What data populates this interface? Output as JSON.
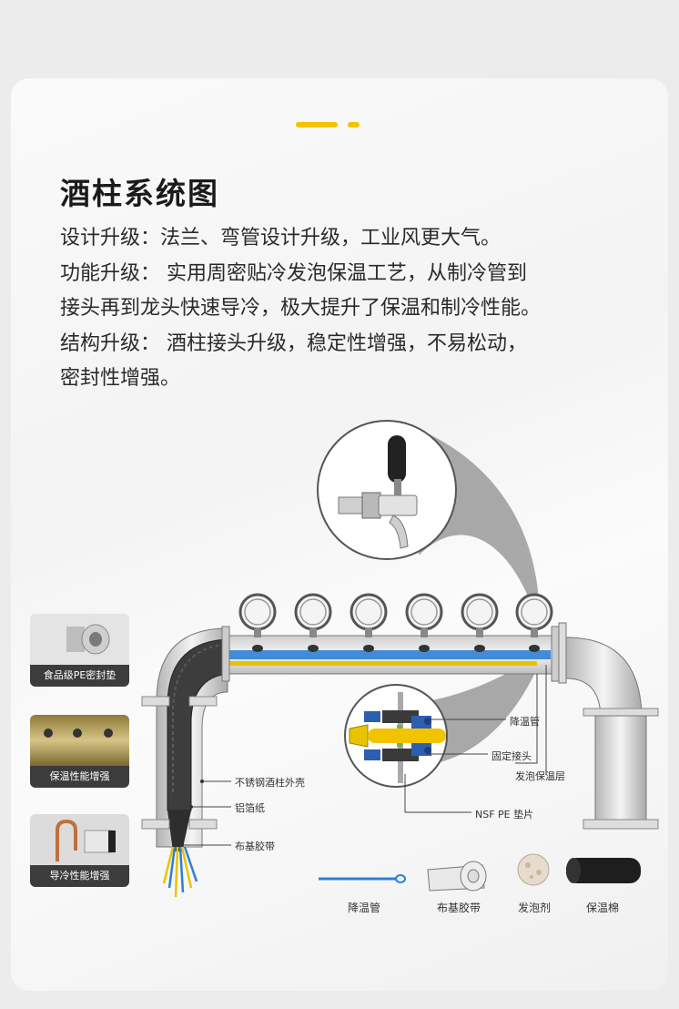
{
  "header": {
    "title": "酒柱系统图"
  },
  "description": {
    "lines": [
      "设计升级：法兰、弯管设计升级，工业风更大气。",
      "功能升级： 实用周密贴冷发泡保温工艺，从制冷管到",
      "接头再到龙头快速导冷，极大提升了保温和制冷性能。",
      "结构升级： 酒柱接头升级，稳定性增强，不易松动，",
      "密封性增强。"
    ]
  },
  "feature_thumbs": [
    {
      "label": "食品级PE密封垫"
    },
    {
      "label": "保温性能增强"
    },
    {
      "label": "导冷性能增强"
    }
  ],
  "callouts": {
    "cooling_tube": "降温管",
    "fixed_joint": "固定接头",
    "foam_layer": "发泡保温层",
    "nsf_gasket": "NSF PE 垫片",
    "steel_shell": "不锈钢酒柱外壳",
    "foil": "铝箔纸",
    "cloth_tape": "布基胶带"
  },
  "legend": [
    {
      "label": "降温管",
      "icon": "cooling-tube-icon"
    },
    {
      "label": "布基胶带",
      "icon": "tape-roll-icon"
    },
    {
      "label": "发泡剂",
      "icon": "foam-icon"
    },
    {
      "label": "保温棉",
      "icon": "insulation-icon"
    }
  ],
  "colors": {
    "accent": "#f2c400",
    "blue_tube": "#2f7fd6",
    "yellow_tube": "#e8c400",
    "caption_bg": "#3c3c3c"
  }
}
